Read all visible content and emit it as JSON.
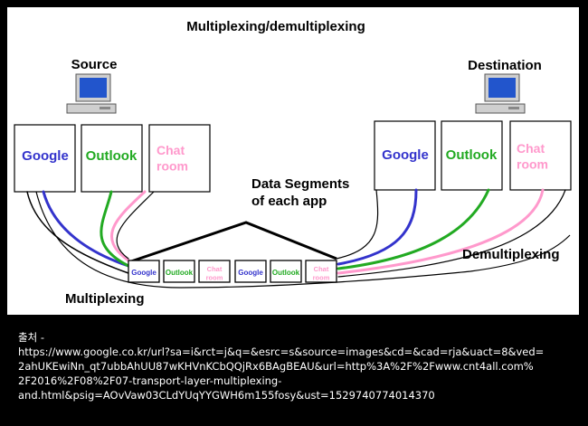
{
  "diagram": {
    "title": "Multiplexing/demultiplexing",
    "source_label": "Source",
    "destination_label": "Destination",
    "annotation": "Data Segments\nof each app",
    "multiplexing_label": "Multiplexing",
    "demultiplexing_label": "Demultiplexing",
    "apps": {
      "google": "Google",
      "outlook": "Outlook",
      "chat": "Chat\nroom"
    },
    "colors": {
      "google": "#3333cc",
      "outlook": "#22aa22",
      "chat": "#ff99cc"
    }
  },
  "caption": {
    "lines": [
      "출처 -",
      "https://www.google.co.kr/url?sa=i&rct=j&q=&esrc=s&source=images&cd=&cad=rja&uact=8&ved=",
      "2ahUKEwiNn_qt7ubbAhUU87wKHVnKCbQQjRx6BAgBEAU&url=http%3A%2F%2Fwww.cnt4all.com%",
      "2F2016%2F08%2F07-transport-layer-multiplexing-",
      "and.html&psig=AOvVaw03CLdYUqYYGWH6m155fosy&ust=1529740774014370"
    ]
  }
}
